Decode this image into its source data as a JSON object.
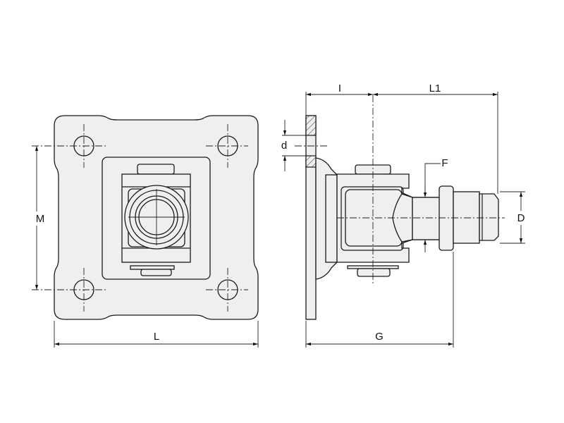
{
  "drawing": {
    "front_view": {
      "labels": {
        "height": "M",
        "width": "L"
      }
    },
    "side_view": {
      "labels": {
        "offset": "I",
        "pin_length": "L1",
        "hole_diameter": "d",
        "flat": "F",
        "thread_diameter": "D",
        "total_length": "G"
      }
    }
  },
  "colors": {
    "part_fill": "#efefef",
    "line": "#1a1a1a"
  }
}
